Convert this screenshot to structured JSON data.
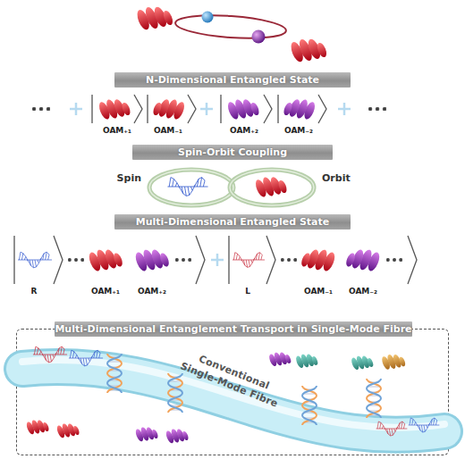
{
  "diagram": {
    "nodes": [
      {
        "text": [
          "N-Dimensional Entangled State"
        ]
      },
      {
        "text": [
          "Spin-Orbit Coupling"
        ]
      },
      {
        "text": [
          "Spin"
        ]
      },
      {
        "text": [
          "Orbit"
        ]
      },
      {
        "text": [
          "Multi-Dimensional Entangled State"
        ]
      },
      {
        "text": [
          "Multi-Dimensional Entanglement Transport in Single-Mode Fibre"
        ]
      },
      {
        "text": [
          "Conventional Single-Mode Fibre"
        ],
        "in": 5
      }
    ],
    "labels": [
      "OAM₊₁",
      "OAM₋₁",
      "OAM₊₂",
      "OAM₋₂",
      "R",
      "OAM₊₁",
      "OAM₊₂",
      "L",
      "OAM₋₁",
      "OAM₋₂"
    ]
  }
}
